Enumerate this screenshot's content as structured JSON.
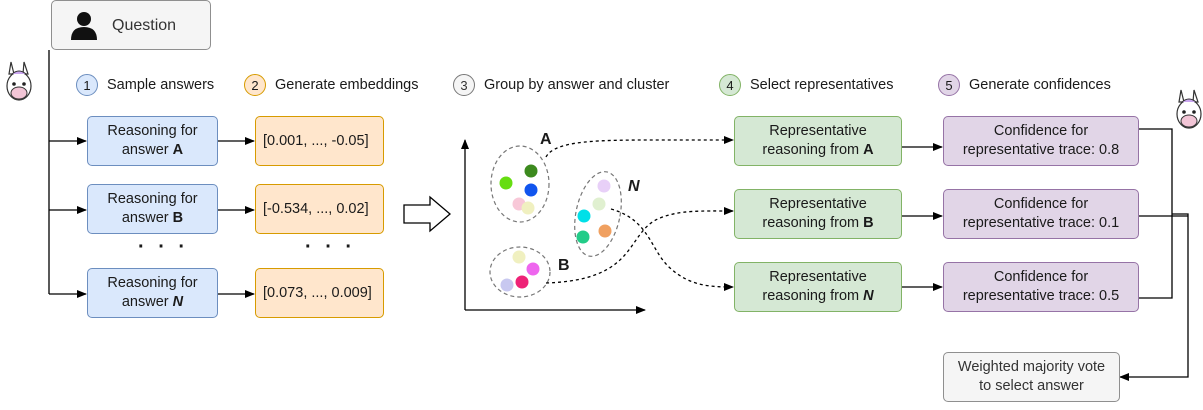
{
  "question": {
    "label": "Question",
    "icon": "person-icon"
  },
  "steps": [
    {
      "num": "1",
      "label": "Sample answers",
      "color": "#dae8fc"
    },
    {
      "num": "2",
      "label": "Generate embeddings",
      "color": "#ffe6cc"
    },
    {
      "num": "3",
      "label": "Group by answer and cluster",
      "color": "#f5f5f5"
    },
    {
      "num": "4",
      "label": "Select representatives",
      "color": "#d5e8d4"
    },
    {
      "num": "5",
      "label": "Generate confidences",
      "color": "#e1d5e7"
    }
  ],
  "reasoning": [
    {
      "line1": "Reasoning for",
      "prefix": "answer ",
      "answer": "A"
    },
    {
      "line1": "Reasoning for",
      "prefix": "answer ",
      "answer": "B"
    },
    {
      "line1": "Reasoning for",
      "prefix": "answer ",
      "answer": "N"
    }
  ],
  "embeddings": [
    "[0.001, ..., -0.05]",
    "[-0.534, ..., 0.02]",
    "[0.073, ..., 0.009]"
  ],
  "ellipsis": "· · ·",
  "clusters": {
    "a": "A",
    "b": "B",
    "n": "N"
  },
  "representatives": [
    {
      "line1": "Representative",
      "prefix": "reasoning from ",
      "answer": "A"
    },
    {
      "line1": "Representative",
      "prefix": "reasoning from ",
      "answer": "B"
    },
    {
      "line1": "Representative",
      "prefix": "reasoning from ",
      "answer": "N"
    }
  ],
  "confidences": [
    {
      "line1": "Confidence for",
      "line2": "representative trace: 0.8"
    },
    {
      "line1": "Confidence for",
      "line2": "representative trace: 0.1"
    },
    {
      "line1": "Confidence for",
      "line2": "representative trace: 0.5"
    }
  ],
  "vote": {
    "line1": "Weighted majority vote",
    "line2": "to select answer"
  },
  "icons": [
    "llama-icon",
    "person-icon",
    "arrow-right-icon"
  ],
  "colors": {
    "blue_fill": "#dae8fc",
    "blue_stroke": "#6c8ebf",
    "orange_fill": "#ffe6cc",
    "orange_stroke": "#d79b00",
    "green_fill": "#d5e8d4",
    "green_stroke": "#82b366",
    "purple_fill": "#e1d5e7",
    "purple_stroke": "#9673a6",
    "grey_fill": "#f5f5f5"
  }
}
